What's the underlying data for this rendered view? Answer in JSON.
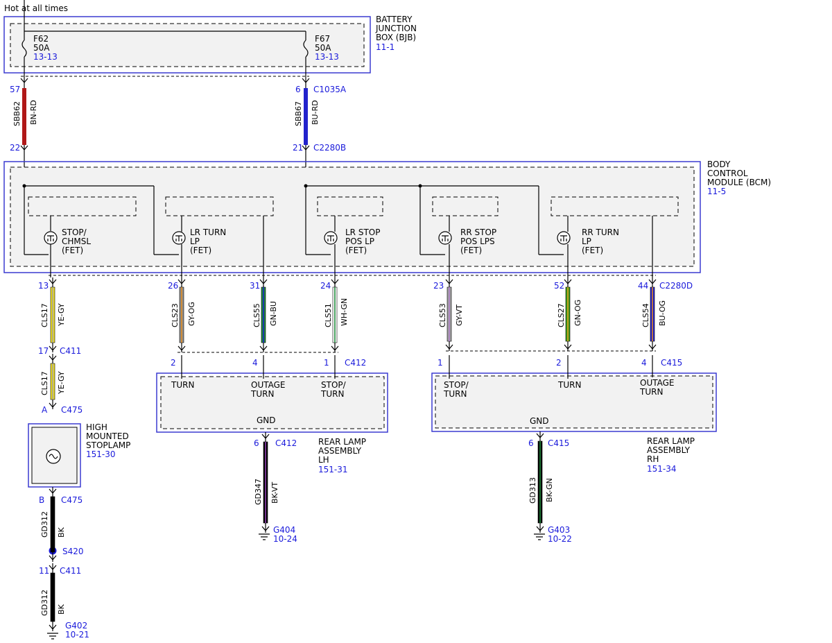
{
  "title": "Hot at all times",
  "components": {
    "bjb": {
      "name": [
        "BATTERY",
        "JUNCTION",
        "BOX (BJB)"
      ],
      "ref": "11-1"
    },
    "bcm": {
      "name": [
        "BODY",
        "CONTROL",
        "MODULE (BCM)"
      ],
      "ref": "11-5"
    },
    "hmsl": {
      "name": [
        "HIGH",
        "MOUNTED",
        "STOPLAMP"
      ],
      "ref": "151-30"
    },
    "rear_lh": {
      "name": [
        "REAR LAMP",
        "ASSEMBLY",
        "LH"
      ],
      "ref": "151-31"
    },
    "rear_rh": {
      "name": [
        "REAR LAMP",
        "ASSEMBLY",
        "RH"
      ],
      "ref": "151-34"
    }
  },
  "fuses": [
    {
      "id": "F62",
      "rating": "50A",
      "ref": "13-13"
    },
    {
      "id": "F67",
      "rating": "50A",
      "ref": "13-13"
    }
  ],
  "fets": [
    {
      "lines": [
        "STOP/",
        "CHMSL",
        "(FET)"
      ]
    },
    {
      "lines": [
        "LR TURN",
        "LP",
        "(FET)"
      ]
    },
    {
      "lines": [
        "LR STOP",
        "POS LP",
        "(FET)"
      ]
    },
    {
      "lines": [
        "RR STOP",
        "POS LPS",
        "(FET)"
      ]
    },
    {
      "lines": [
        "RR TURN",
        "LP",
        "(FET)"
      ]
    }
  ],
  "connectors": [
    {
      "pin": "57",
      "name": ""
    },
    {
      "pin": "6",
      "name": "C1035A"
    },
    {
      "pin": "22",
      "name": ""
    },
    {
      "pin": "21",
      "name": "C2280B"
    },
    {
      "pin": "13",
      "name": ""
    },
    {
      "pin": "26",
      "name": ""
    },
    {
      "pin": "31",
      "name": ""
    },
    {
      "pin": "24",
      "name": ""
    },
    {
      "pin": "23",
      "name": ""
    },
    {
      "pin": "52",
      "name": ""
    },
    {
      "pin": "44",
      "name": "C2280D"
    },
    {
      "pin": "17",
      "name": "C411"
    },
    {
      "pin": "A",
      "name": "C475"
    },
    {
      "pin": "B",
      "name": "C475"
    },
    {
      "pin": "11",
      "name": "C411"
    },
    {
      "pin": "2",
      "name": ""
    },
    {
      "pin": "4",
      "name": ""
    },
    {
      "pin": "1",
      "name": "C412"
    },
    {
      "pin": "1",
      "name": ""
    },
    {
      "pin": "2",
      "name": ""
    },
    {
      "pin": "4",
      "name": "C415"
    },
    {
      "pin": "6",
      "name": "C412"
    },
    {
      "pin": "6",
      "name": "C415"
    }
  ],
  "wires": [
    {
      "circuit": "SBB62",
      "color": "BN-RD",
      "fill": "#b01818",
      "stripe": "#b01818"
    },
    {
      "circuit": "SBB67",
      "color": "BU-RD",
      "fill": "#2222cc",
      "stripe": "#b01818"
    },
    {
      "circuit": "CLS17",
      "color": "YE-GY",
      "fill": "#f0e020",
      "stripe": "#a0a0a0"
    },
    {
      "circuit": "CLS17",
      "color": "YE-GY",
      "fill": "#f0e020",
      "stripe": "#a0a0a0"
    },
    {
      "circuit": "CLS23",
      "color": "GY-OG",
      "fill": "#909090",
      "stripe": "#e08a20"
    },
    {
      "circuit": "CLS55",
      "color": "GN-BU",
      "fill": "#1f8a3a",
      "stripe": "#2222cc"
    },
    {
      "circuit": "CLS51",
      "color": "WH-GN",
      "fill": "#ffffff",
      "stripe": "#1f8a3a"
    },
    {
      "circuit": "CLS53",
      "color": "GY-VT",
      "fill": "#a0a0a0",
      "stripe": "#b080c8"
    },
    {
      "circuit": "CLS27",
      "color": "GN-OG",
      "fill": "#3a9a1a",
      "stripe": "#e0a020"
    },
    {
      "circuit": "CLS54",
      "color": "BU-OG",
      "fill": "#2222cc",
      "stripe": "#e08a20"
    },
    {
      "circuit": "GD312",
      "color": "BK",
      "fill": "#000000",
      "stripe": "#000000"
    },
    {
      "circuit": "GD312",
      "color": "BK",
      "fill": "#000000",
      "stripe": "#000000"
    },
    {
      "circuit": "GD347",
      "color": "BK-VT",
      "fill": "#000000",
      "stripe": "#9040b0"
    },
    {
      "circuit": "GD313",
      "color": "BK-GN",
      "fill": "#000000",
      "stripe": "#1f8a3a"
    }
  ],
  "lamp_pins": [
    {
      "lines": [
        "TURN"
      ]
    },
    {
      "lines": [
        "OUTAGE",
        "TURN"
      ]
    },
    {
      "lines": [
        "STOP/",
        "TURN"
      ]
    },
    {
      "lines": [
        "GND"
      ]
    },
    {
      "lines": [
        "STOP/",
        "TURN"
      ]
    },
    {
      "lines": [
        "TURN"
      ]
    },
    {
      "lines": [
        "OUTAGE",
        "TURN"
      ]
    },
    {
      "lines": [
        "GND"
      ]
    }
  ],
  "splice": {
    "id": "S420"
  },
  "grounds": [
    {
      "id": "G402",
      "ref": "10-21"
    },
    {
      "id": "G404",
      "ref": "10-24"
    },
    {
      "id": "G403",
      "ref": "10-22"
    }
  ],
  "colors": {
    "module_border": "#3a3ad0",
    "ref_text": "#1a1adb",
    "splice_dot": "#1a1adb"
  }
}
